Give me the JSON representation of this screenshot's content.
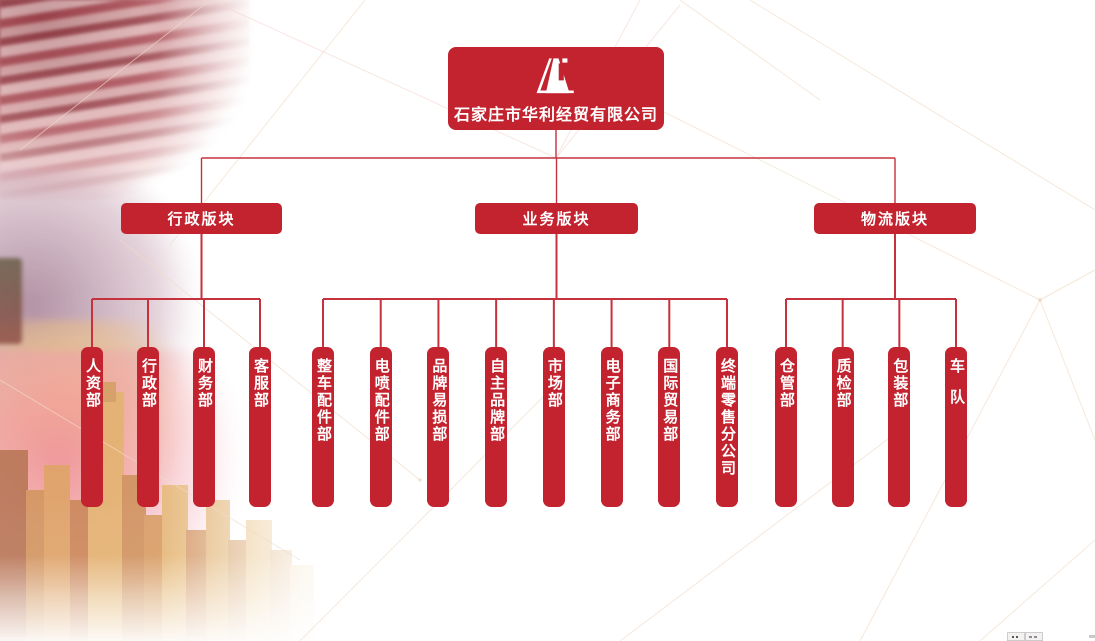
{
  "colors": {
    "node_red": "#c2232e",
    "line_red": "#c5323b",
    "text_white": "#ffffff"
  },
  "icons": {
    "root_logo": "huali-tower-logo",
    "bottom_right_widget": "mini-toolbar-fragment"
  },
  "chart": {
    "type": "org-chart",
    "root": {
      "label": "石家庄市华利经贸有限公司"
    },
    "groups": [
      {
        "label": "行政版块",
        "children": [
          {
            "label": "人资部"
          },
          {
            "label": "行政部"
          },
          {
            "label": "财务部"
          },
          {
            "label": "客服部"
          }
        ]
      },
      {
        "label": "业务版块",
        "children": [
          {
            "label": "整车配件部"
          },
          {
            "label": "电喷配件部"
          },
          {
            "label": "品牌易损部"
          },
          {
            "label": "自主品牌部"
          },
          {
            "label": "市场部"
          },
          {
            "label": "电子商务部"
          },
          {
            "label": "国际贸易部"
          },
          {
            "label": "终端零售分公司"
          }
        ]
      },
      {
        "label": "物流版块",
        "children": [
          {
            "label": "仓管部"
          },
          {
            "label": "质检部"
          },
          {
            "label": "包装部"
          },
          {
            "label": "车队"
          }
        ]
      }
    ]
  }
}
